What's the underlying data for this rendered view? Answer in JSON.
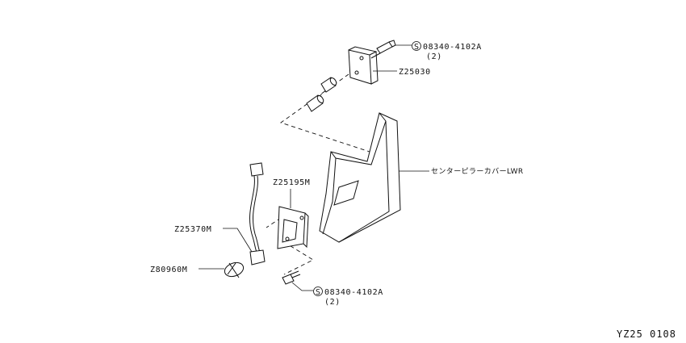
{
  "callouts": {
    "screw_top": {
      "part_no": "08340-4102A",
      "qty": "(2)",
      "symbol": "S"
    },
    "bracket": {
      "part_no": "Z25030"
    },
    "center_pillar_cover": {
      "part_no": "センターピラーカバーLWR"
    },
    "garnish": {
      "part_no": "Z25195M"
    },
    "cable": {
      "part_no": "Z25370M"
    },
    "cap": {
      "part_no": "Z80960M"
    },
    "screw_bottom": {
      "part_no": "08340-4102A",
      "qty": "(2)",
      "symbol": "S"
    }
  },
  "footer": {
    "code": "YZ25 0108"
  }
}
